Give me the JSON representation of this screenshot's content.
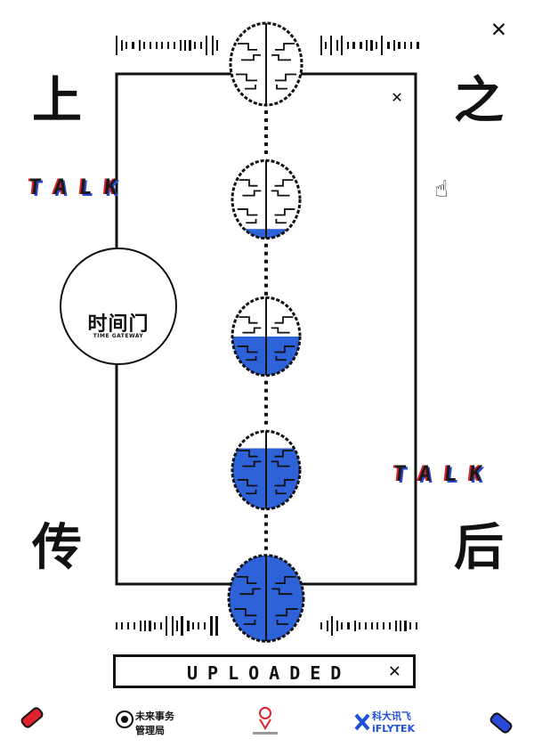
{
  "corner_chars": {
    "top_left": "上",
    "top_right": "之",
    "bottom_left": "传",
    "bottom_right": "后"
  },
  "talk_labels": {
    "left": "TALK",
    "right": "TALK"
  },
  "logo": {
    "name": "时间门",
    "subtitle": "TIME GATEWAY"
  },
  "uploaded": {
    "label": "UPLOADED",
    "close": "✕"
  },
  "close_icons": {
    "outer": "✕",
    "inner": "✕"
  },
  "cursor_icon": "hand-pointer-icon",
  "brains": {
    "fill_levels": [
      0,
      0.12,
      0.5,
      0.78,
      1.0
    ],
    "fill_color": "#2d62d8",
    "outline_color": "#111111"
  },
  "sponsors": {
    "left": {
      "name_line1": "未来事务",
      "name_line2": "管理局"
    },
    "right": {
      "name_line1": "科大讯飞",
      "name_line2": "iFLYTEK"
    }
  },
  "accents": {
    "red": "#e0202a",
    "blue": "#2a49d8"
  }
}
